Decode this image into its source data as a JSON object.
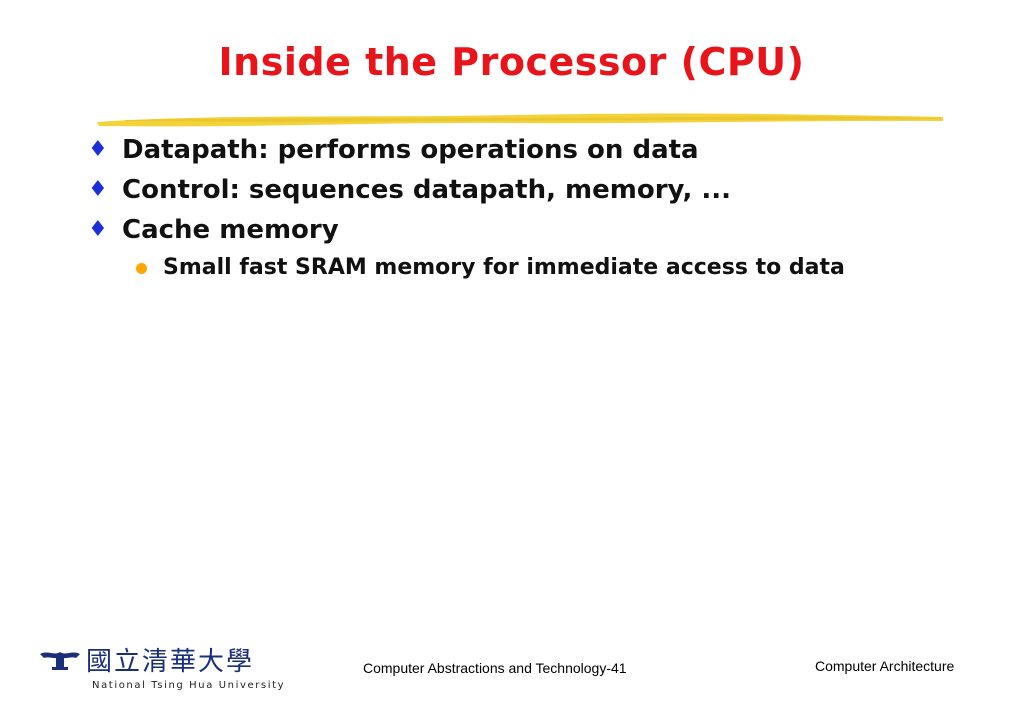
{
  "slide": {
    "title": "Inside the Processor (CPU)",
    "bullets": [
      {
        "text": "Datapath: performs operations on data",
        "marker": "diamond-bullet"
      },
      {
        "text": "Control: sequences datapath, memory, ...",
        "marker": "diamond-bullet"
      },
      {
        "text": "Cache memory",
        "marker": "diamond-bullet"
      }
    ],
    "sub_bullets": [
      {
        "text": "Small fast SRAM memory for immediate access to data",
        "marker": "dot-bullet"
      }
    ]
  },
  "footer": {
    "logo_cjk": "國立清華大學",
    "logo_english": "National Tsing Hua University",
    "center": "Computer Abstractions and Technology-41",
    "right": "Computer Architecture"
  },
  "colors": {
    "title": "#e8141a",
    "diamond_bullet": "#1b2fd6",
    "dot_bullet": "#ffa500",
    "rule": "#f2d33a",
    "logo": "#1a2f7a"
  }
}
